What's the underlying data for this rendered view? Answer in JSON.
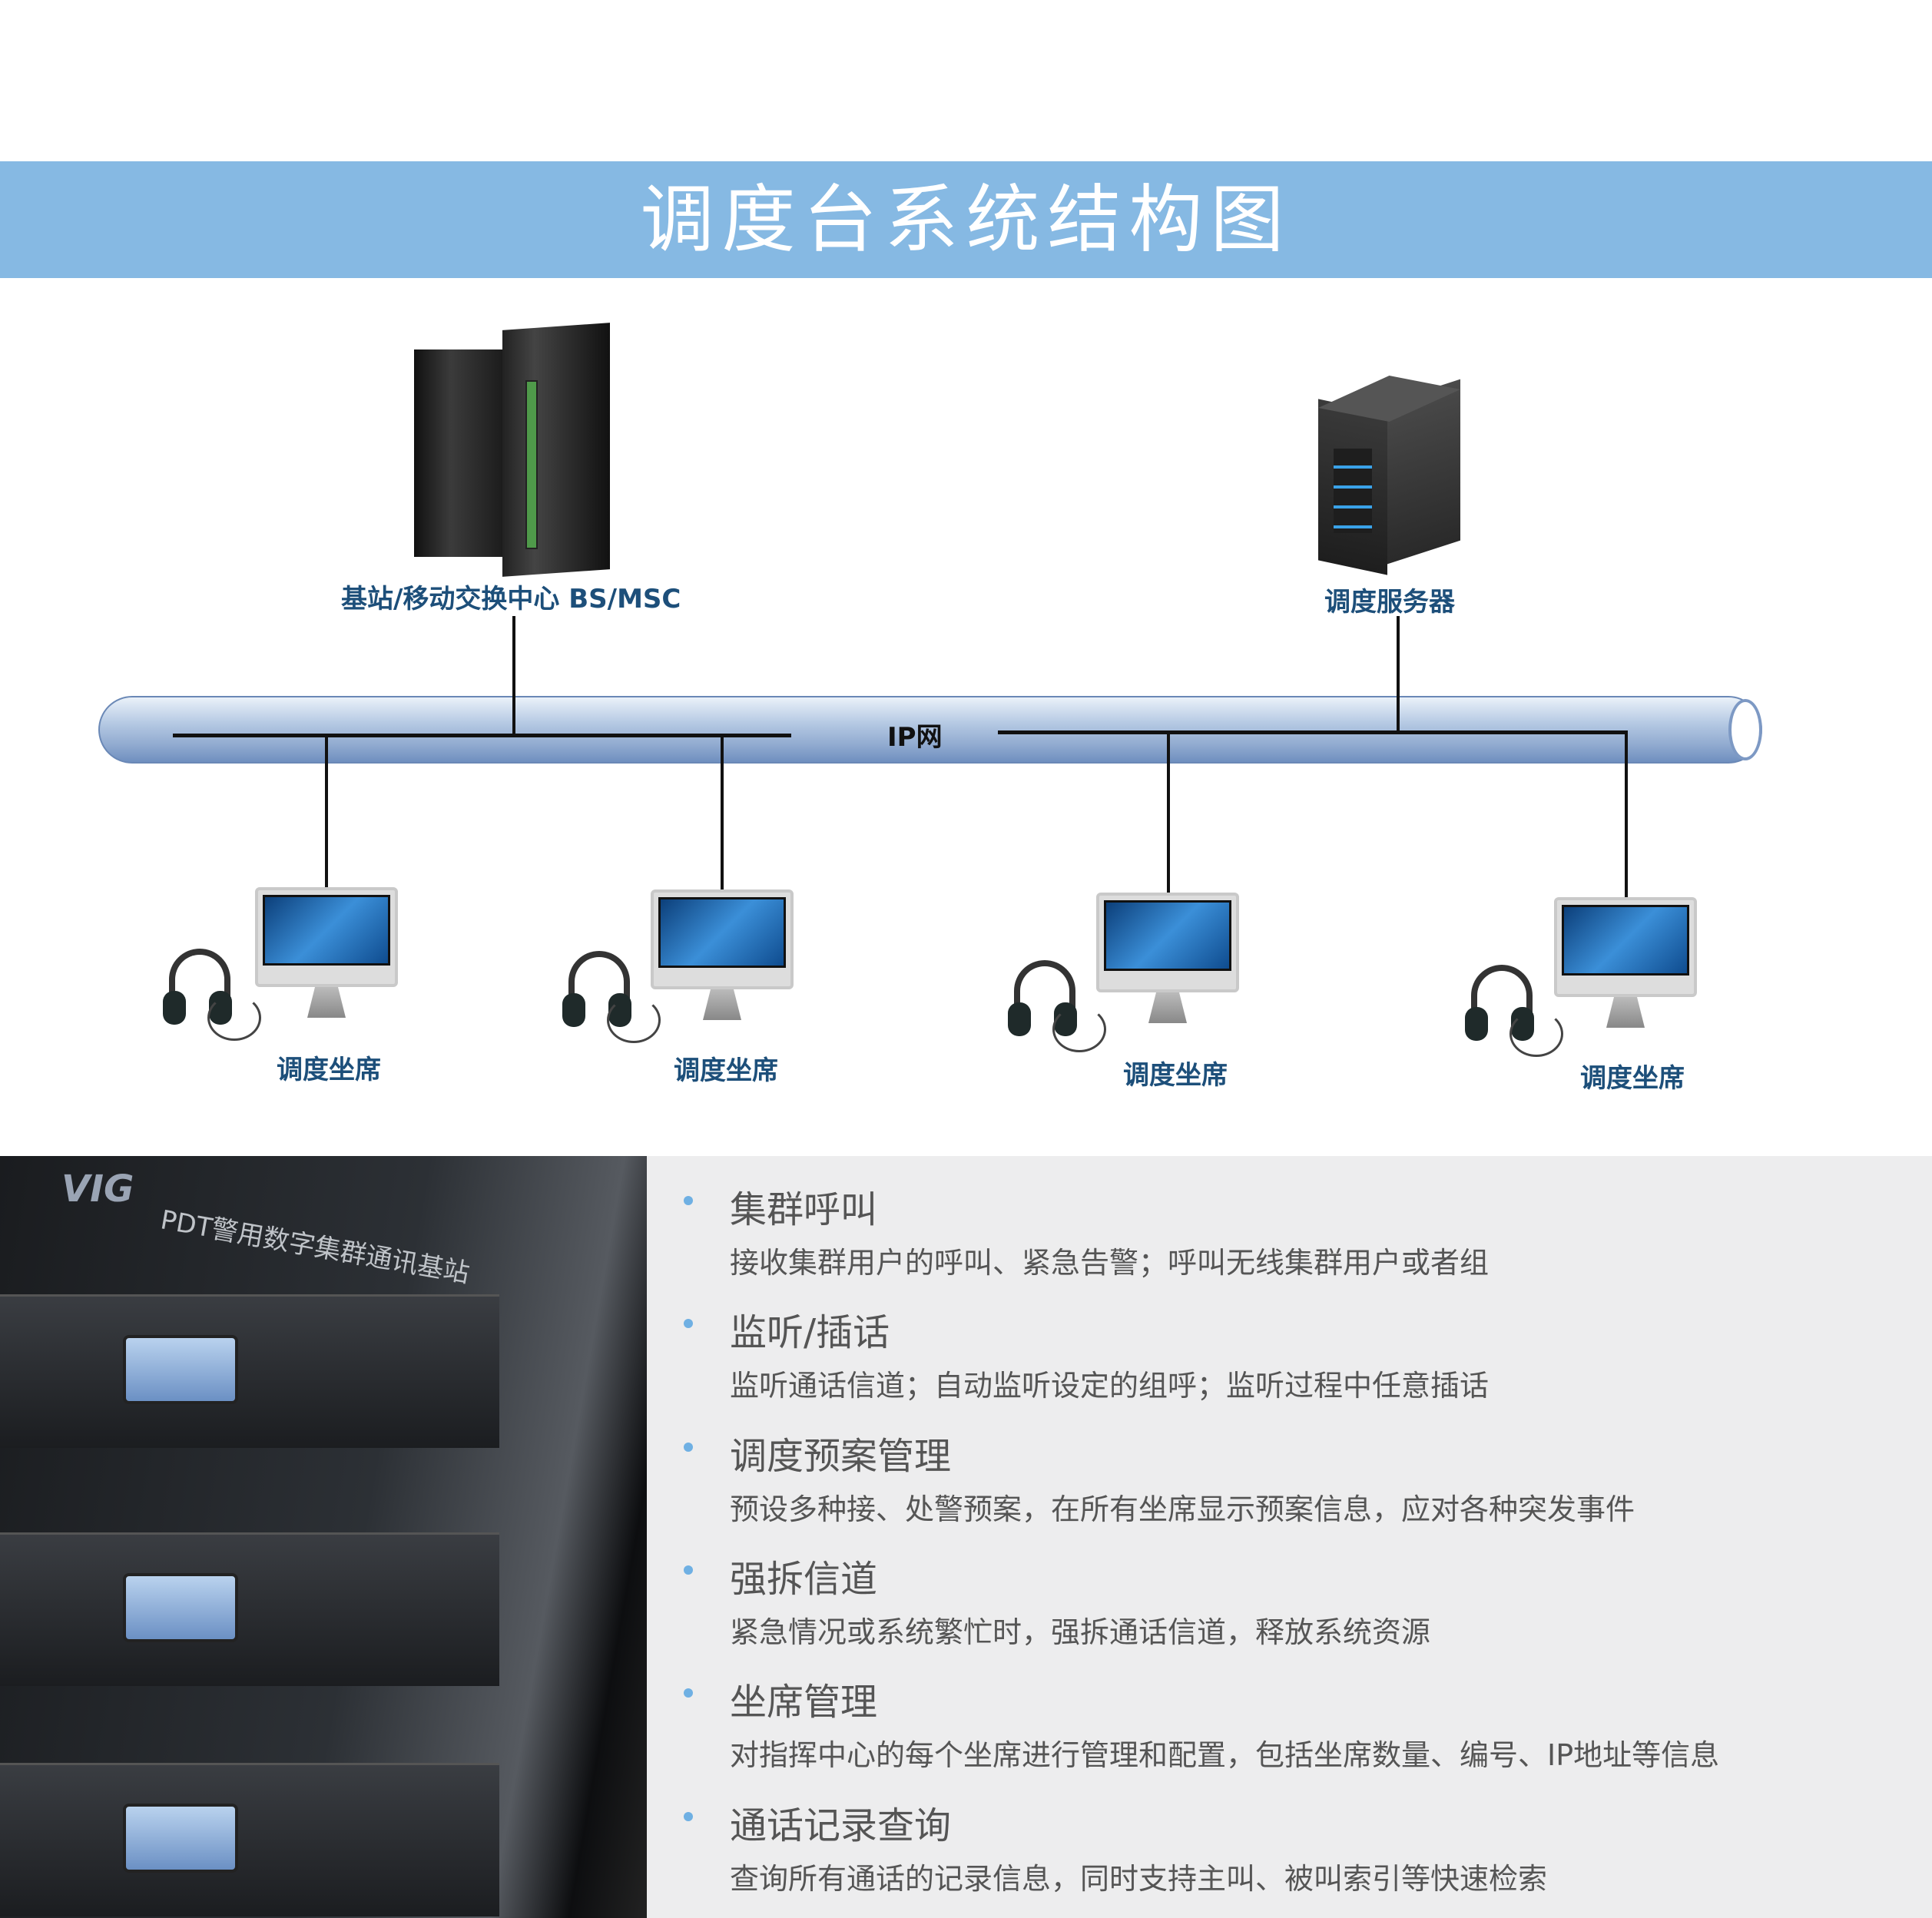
{
  "title": "调度台系统结构图",
  "nodes": {
    "bs_msc": "基站/移动交换中心  BS/MSC",
    "server": "调度服务器",
    "network": "IP网",
    "seats": [
      "调度坐席",
      "调度坐席",
      "调度坐席",
      "调度坐席"
    ]
  },
  "photo": {
    "logo": "VIG",
    "caption": "PDT警用数字集群通讯基站"
  },
  "features": [
    {
      "heading": "集群呼叫",
      "desc": "接收集群用户的呼叫、紧急告警；呼叫无线集群用户或者组"
    },
    {
      "heading": "监听/插话",
      "desc": "监听通话信道；自动监听设定的组呼；监听过程中任意插话"
    },
    {
      "heading": "调度预案管理",
      "desc": "预设多种接、处警预案，在所有坐席显示预案信息，应对各种突发事件"
    },
    {
      "heading": "强拆信道",
      "desc": "紧急情况或系统繁忙时，强拆通话信道，释放系统资源"
    },
    {
      "heading": "坐席管理",
      "desc": "对指挥中心的每个坐席进行管理和配置，包括坐席数量、编号、IP地址等信息"
    },
    {
      "heading": "通话记录查询",
      "desc": "查询所有通话的记录信息，同时支持主叫、被叫索引等快速检索"
    }
  ],
  "colors": {
    "banner": "#86b9e3",
    "label": "#1d4f7a",
    "bullet": "#6fb0e3",
    "panel": "#ededee"
  }
}
